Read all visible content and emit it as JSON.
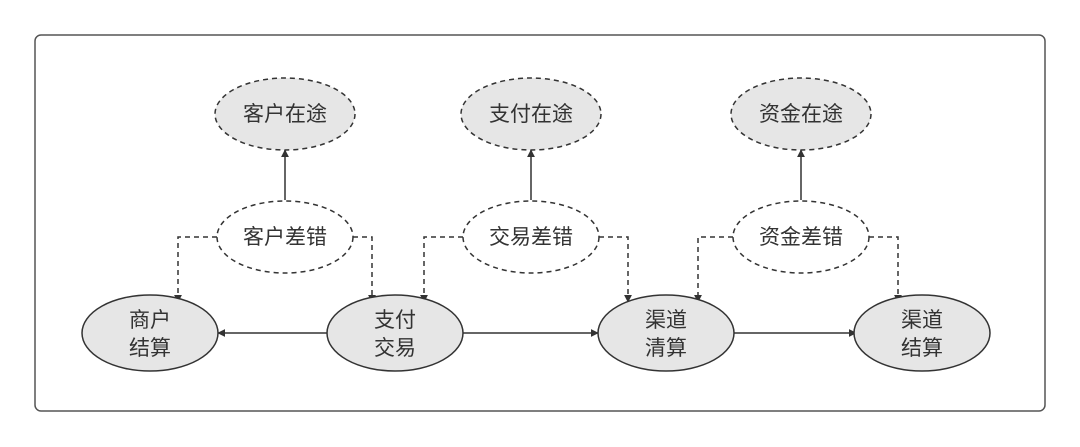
{
  "colors": {
    "node_fill": "#e6e6e6",
    "outline": "#333333",
    "frame": "#555555",
    "background": "#ffffff"
  },
  "diagram": {
    "in_transit": {
      "customer": "客户在途",
      "payment": "支付在途",
      "funds": "资金在途"
    },
    "errors": {
      "customer": "客户差错",
      "transaction": "交易差错",
      "funds": "资金差错"
    },
    "process": {
      "merchant_settlement": [
        "商户",
        "结算"
      ],
      "payment_transaction": [
        "支付",
        "交易"
      ],
      "channel_clearing": [
        "渠道",
        "清算"
      ],
      "channel_settlement": [
        "渠道",
        "结算"
      ]
    }
  }
}
